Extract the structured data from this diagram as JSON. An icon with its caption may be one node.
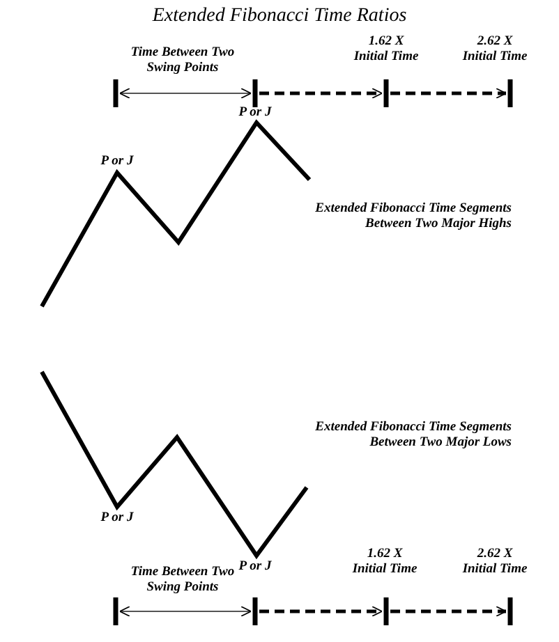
{
  "diagram": {
    "title": "Extended Fibonacci Time Ratios",
    "labels": [
      "Time Between Two Swing Points",
      "1.62 X Initial Time",
      "2.62 X Initial Time",
      "P or J",
      "P or J",
      "Extended Fibonacci Time Segments Between Two Major Highs",
      "Extended Fibonacci Time Segments Between Two Major Lows",
      "P or J",
      "P or J",
      "Time Between Two Swing Points",
      "1.62 X Initial Time",
      "2.62 X Initial Time"
    ]
  }
}
